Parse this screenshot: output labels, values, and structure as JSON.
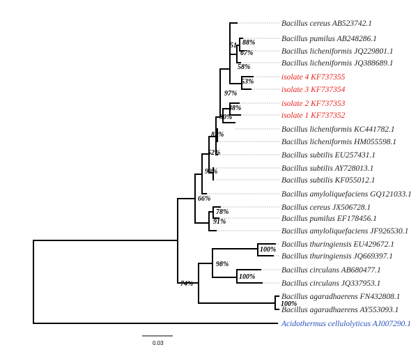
{
  "colors": {
    "default": "#222222",
    "isolate": "#e8231d",
    "outgroup": "#2a52be"
  },
  "tree": {
    "leaves": [
      {
        "label": "Bacillus cereus AB523742.1",
        "kind": "default"
      },
      {
        "label": "Bacillus pumilus AB248286.1",
        "kind": "default"
      },
      {
        "label": "Bacillus licheniformis JQ229801.1",
        "kind": "default"
      },
      {
        "label": "Bacillus licheniformis JQ388689.1",
        "kind": "default"
      },
      {
        "label": "isolate 4 KF737355",
        "kind": "isolate"
      },
      {
        "label": "isolate 3 KF737354",
        "kind": "isolate"
      },
      {
        "label": "isolate 2 KF737353",
        "kind": "isolate"
      },
      {
        "label": "isolate 1 KF737352",
        "kind": "isolate"
      },
      {
        "label": "Bacillus licheniformis KC441782.1",
        "kind": "default"
      },
      {
        "label": "Bacillus licheniformis HM055598.1",
        "kind": "default"
      },
      {
        "label": "Bacillus subtilis EU257431.1",
        "kind": "default"
      },
      {
        "label": "Bacillus subtilis AY728013.1",
        "kind": "default"
      },
      {
        "label": "Bacillus subtilis KF055012.1",
        "kind": "default"
      },
      {
        "label": "Bacillus amyloliquefaciens GQ121033.1",
        "kind": "default"
      },
      {
        "label": "Bacillus cereus JX506728.1",
        "kind": "default"
      },
      {
        "label": "Bacillus pumilus EF178456.1",
        "kind": "default"
      },
      {
        "label": "Bacillus amyloliquefaciens JF926530.1",
        "kind": "default"
      },
      {
        "label": "Bacillus thuringiensis EU429672.1",
        "kind": "default"
      },
      {
        "label": "Bacillus thuringiensis JQ669397.1",
        "kind": "default"
      },
      {
        "label": "Bacillus circulans AB680477.1",
        "kind": "default"
      },
      {
        "label": "Bacillus circulans JQ337953.1",
        "kind": "default"
      },
      {
        "label": "Bacillus agaradhaerens FN432808.1",
        "kind": "default"
      },
      {
        "label": "Bacillus agaradhaerens AY553093.1",
        "kind": "default"
      },
      {
        "label": "Acidothermus cellulolyticus AJ007290.1",
        "kind": "outgroup"
      }
    ],
    "bootstrap": [
      "88%",
      "51",
      "67%",
      "58%",
      "53%",
      "97%",
      "88%",
      "90%",
      "82%",
      "52%",
      "99%",
      "66%",
      "78%",
      "91%",
      "100%",
      "98%",
      "100%",
      "74%",
      "100%"
    ],
    "scale_bar": {
      "label": "0.03",
      "value": 0.03
    }
  }
}
